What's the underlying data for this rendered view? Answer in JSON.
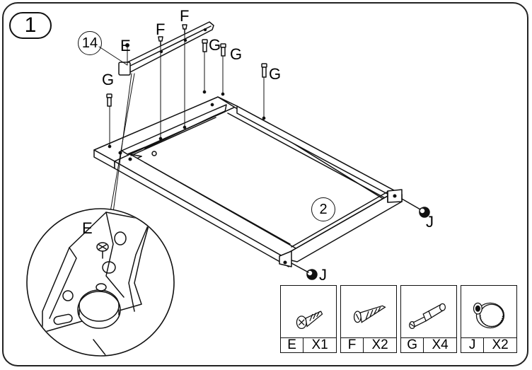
{
  "step": {
    "number": "1"
  },
  "callouts": {
    "part14": "14",
    "part2": "2"
  },
  "labels": {
    "E_top": "E",
    "F_left": "F",
    "F_right": "F",
    "G_left": "G",
    "G_mid1": "G",
    "G_mid2": "G",
    "G_right": "G",
    "J_right": "J",
    "J_bottom": "J",
    "E_detail": "E"
  },
  "parts": [
    {
      "letter": "E",
      "qty": "X1",
      "icon": "flat-head-screw-icon"
    },
    {
      "letter": "F",
      "qty": "X2",
      "icon": "wood-screw-icon"
    },
    {
      "letter": "G",
      "qty": "X4",
      "icon": "cam-bolt-icon"
    },
    {
      "letter": "J",
      "qty": "X2",
      "icon": "glide-foot-icon"
    }
  ]
}
